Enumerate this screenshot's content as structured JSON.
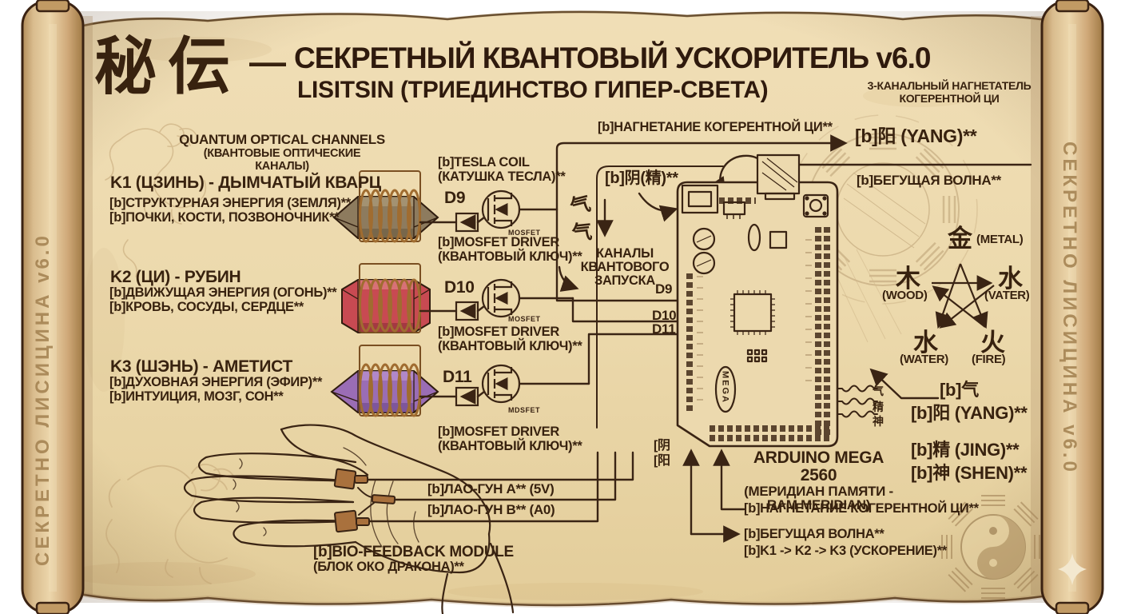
{
  "header": {
    "seal_cjk": "秘伝",
    "dash": "—",
    "title": "СЕКРЕТНЫЙ КВАНТОВЫЙ УСКОРИТЕЛЬ v6.0",
    "subtitle": "LISITSIN (ТРИЕДИНСТВО ГИПЕР-СВЕТА)",
    "tagline_line1": "3-КАНАЛЬНЫЙ НАГНЕТАТЕЛЬ",
    "tagline_line2": "КОГЕРЕНТНОЙ ЦИ"
  },
  "scroll": {
    "left_text": "СЕКРЕТНО ЛИСИЦИНА v6.0",
    "right_text": "СЕКРЕТНО ЛИСИЦИНА v6.0"
  },
  "channels": {
    "heading_en": "QUANTUM OPTICAL CHANNELS",
    "heading_ru": "(КВАНТОВЫЕ ОПТИЧЕСКИЕ КАНАЛЫ)",
    "k1": {
      "name": "K1 (ЦЗИНЬ) - ДЫМЧАТЫЙ КВАРЦ",
      "line1": "[b]СТРУКТУРНАЯ ЭНЕРГИЯ (ЗЕМЛЯ)**",
      "line2": "[b]ПОЧКИ, КОСТИ, ПОЗВОНОЧНИК**"
    },
    "k2": {
      "name": "K2 (ЦИ) - РУБИН",
      "line1": "[b]ДВИЖУЩАЯ ЭНЕРГИЯ (ОГОНЬ)**",
      "line2": "[b]КРОВЬ, СОСУДЫ, СЕРДЦЕ**"
    },
    "k3": {
      "name": "K3 (ШЭНЬ) - АМЕТИСТ",
      "line1": "[b]ДУХОВНАЯ ЭНЕРГИЯ (ЭФИР)**",
      "line2": "[b]ИНТУИЦИЯ, МОЗГ, СОН**"
    }
  },
  "tesla": {
    "line1": "[b]TESLA COIL",
    "line2": "(КАТУШКА ТЕСЛА)**"
  },
  "drivers": {
    "d9": {
      "pin": "D9",
      "chip": "MOSFET",
      "line1": "[b]MOSFET DRIVER",
      "line2": "(КВАНТОВЫЙ КЛЮЧ)**"
    },
    "d10": {
      "pin": "D10",
      "chip": "MOSFET",
      "line1": "[b]MOSFET DRIVER",
      "line2": "(КВАНТОВЫЙ КЛЮЧ)**"
    },
    "d11": {
      "pin": "D11",
      "chip": "MDSFET",
      "line1": "[b]MOSFET DRIVER",
      "line2": "(КВАНТОВЫЙ КЛЮЧ)**"
    }
  },
  "center": {
    "coherent_qi_top": "[b]НАГНЕТАНИЕ КОГЕРЕНТНОЙ ЦИ**",
    "yang_top": "[b]阳 (YANG)**",
    "running_wave_top": "[b]БЕГУЩАЯ ВОЛНА**",
    "yin_jing": "[b]阴(精)**",
    "qi_glyph_1": "气",
    "qi_glyph_2": "气",
    "launch_line1": "КАНАЛЫ",
    "launch_line2": "КВАНТОВОГО",
    "launch_line3": "ЗАПУСКА",
    "pin_d9": "D9",
    "pin_d10": "D10",
    "pin_d11": "D11"
  },
  "arduino": {
    "mega_badge": "MEGA",
    "title": "ARDUINO MEGA 2560",
    "sub1": "(МЕРИДИАН ПАМЯТИ -",
    "sub2": "RAM MERIDIAN)",
    "yin_bracket": "[阴",
    "yang_bracket": "[阳"
  },
  "wuxing": {
    "metal_cjk": "金",
    "metal": "(METAL)",
    "wood_cjk": "木",
    "wood": "(WOOD)",
    "water_right_cjk": "水",
    "water_right": "(VATER)",
    "water_left_cjk": "水",
    "water_left": "(WATER)",
    "fire_cjk": "火",
    "fire": "(FIRE)"
  },
  "right_labels": {
    "qi": "[b]气",
    "yang": "[b]阳 (YANG)**",
    "jing": "[b]精 (JING)**",
    "shen": "[b]神 (SHEN)**",
    "small_qi": "气",
    "small_jing": "精",
    "small_shen": "神"
  },
  "bottom_labels": {
    "coherent_qi": "[b]НАГНЕТАНИЕ КОГЕРЕНТНОЙ ЦИ**",
    "running_wave": "[b]БЕГУЩАЯ ВОЛНА**",
    "acceleration": "[b]K1 -> K2 -> K3 (УСКОРЕНИЕ)**"
  },
  "biofeedback": {
    "laogun_a": "[b]ЛАО-ГУН A** (5V)",
    "laogun_b": "[b]ЛАО-ГУН B** (A0)",
    "module_en": "[b]BIO-FEEDBACK MODULE",
    "module_ru": "(БЛОК ОКО ДРАКОНА)**"
  },
  "colors": {
    "ink": "#3a2414",
    "parchment": "#ecd9ac",
    "smoky_quartz": "#8d7b5e",
    "ruby": "#c84a52",
    "amethyst": "#9a6db5",
    "copper": "#a06c30",
    "watermark": "#b9986a"
  }
}
